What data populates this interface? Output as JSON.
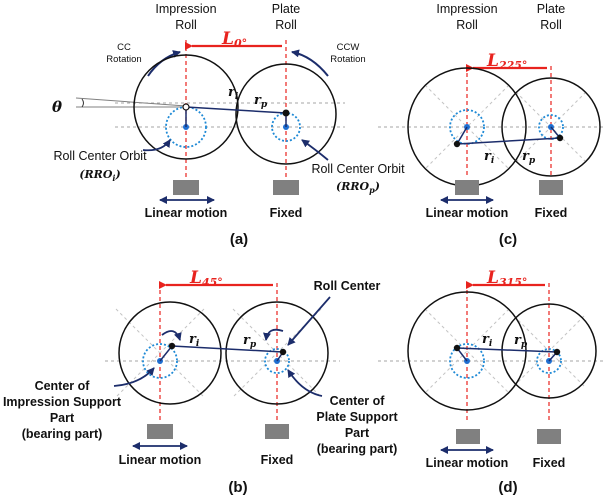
{
  "colors": {
    "red": "#e8231e",
    "navy": "#1c2d6b",
    "blue_dotted": "#1f8ad6",
    "center_dot": "#1f6fd1",
    "block": "#808080",
    "grid": "#a6a6a6"
  },
  "panels": {
    "a": {
      "caption": "(a)",
      "title_impression": [
        "Impression",
        "Roll"
      ],
      "title_plate": [
        "Plate",
        "Roll"
      ],
      "L_main": "L",
      "L_sub": "0°",
      "cc_rotation": [
        "CC",
        "Rotation"
      ],
      "ccw_rotation": [
        "CCW",
        "Rotation"
      ],
      "theta": "θ",
      "ri_main": "r",
      "ri_sub": "i",
      "rp_main": "r",
      "rp_sub": "p",
      "orbit_left": [
        "Roll Center Orbit",
        "(RRO",
        "i",
        ")"
      ],
      "orbit_right": [
        "Roll Center Orbit",
        "(RRO",
        "p",
        ")"
      ],
      "linear_motion": "Linear motion",
      "fixed": "Fixed"
    },
    "b": {
      "caption": "(b)",
      "L_main": "L",
      "L_sub": "45°",
      "roll_center": "Roll Center",
      "ri_main": "r",
      "ri_sub": "i",
      "rp_main": "r",
      "rp_sub": "p",
      "impression_support": [
        "Center of",
        "Impression Support",
        "Part",
        "(bearing part)"
      ],
      "plate_support": [
        "Center of",
        "Plate Support",
        "Part",
        "(bearing part)"
      ],
      "linear_motion": "Linear motion",
      "fixed": "Fixed"
    },
    "c": {
      "caption": "(c)",
      "title_impression": [
        "Impression",
        "Roll"
      ],
      "title_plate": [
        "Plate",
        "Roll"
      ],
      "L_main": "L",
      "L_sub": "225°",
      "ri_main": "r",
      "ri_sub": "i",
      "rp_main": "r",
      "rp_sub": "p",
      "linear_motion": "Linear motion",
      "fixed": "Fixed"
    },
    "d": {
      "caption": "(d)",
      "L_main": "L",
      "L_sub": "315°",
      "ri_main": "r",
      "ri_sub": "i",
      "rp_main": "r",
      "rp_sub": "p",
      "linear_motion": "Linear motion",
      "fixed": "Fixed"
    }
  }
}
